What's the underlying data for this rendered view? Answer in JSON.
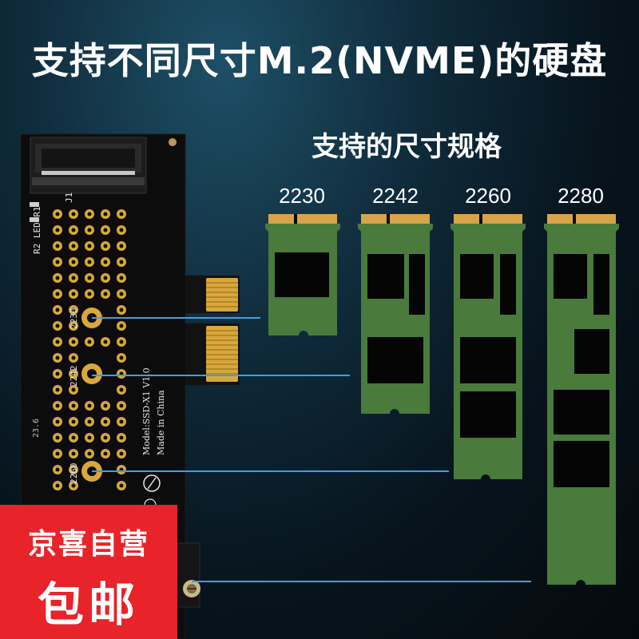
{
  "title": "支持不同尺寸M.2(NVME)的硬盘",
  "subtitle": "支持的尺寸规格",
  "sizes": [
    "2230",
    "2242",
    "2260",
    "2280"
  ],
  "board": {
    "connector_label": "J1",
    "led_label": "R2 LED R1",
    "hole_labels": [
      "2230",
      "2242",
      "2260"
    ],
    "model_text": "Model:SSD-X1 V1.0",
    "made_in": "Made in China",
    "small_mark": "23.6"
  },
  "promo": {
    "line1": "京喜自营",
    "line2": "包邮"
  },
  "colors": {
    "ssd_green": "#4a7a3c",
    "ssd_gold": "#d8a44a",
    "chip_black": "#050505",
    "board_black": "#0c0c0c",
    "pad_gold": "#d9a73a",
    "line_blue": "#3aa0e8",
    "promo_red": "#e8232a"
  }
}
